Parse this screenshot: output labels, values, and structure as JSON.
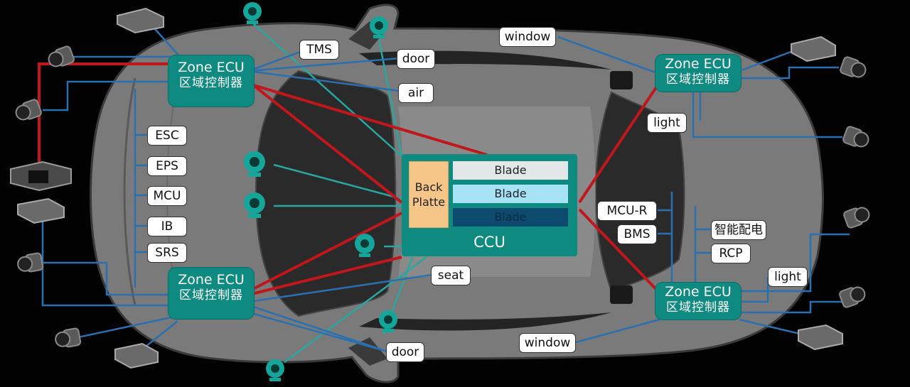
{
  "zones": {
    "top_left": {
      "en": "Zone ECU",
      "zh": "区域控制器"
    },
    "bottom_left": {
      "en": "Zone ECU",
      "zh": "区域控制器"
    },
    "top_right": {
      "en": "Zone ECU",
      "zh": "区域控制器"
    },
    "bottom_right": {
      "en": "Zone ECU",
      "zh": "区域控制器"
    }
  },
  "ccu": {
    "back_plate": "Back\nPlatte",
    "blades": [
      "Blade",
      "Blade",
      "Blade"
    ],
    "caption": "CCU"
  },
  "labels": {
    "tms": "TMS",
    "door_top": "door",
    "air": "air",
    "window_top": "window",
    "light_top": "light",
    "esc": "ESC",
    "eps": "EPS",
    "mcu": "MCU",
    "ib": "IB",
    "srs": "SRS",
    "seat": "seat",
    "door_bottom": "door",
    "window_bottom": "window",
    "mcu_r": "MCU-R",
    "bms": "BMS",
    "smart_power": "智能配电",
    "rcp": "RCP",
    "light_bottom": "light"
  },
  "colors": {
    "zone": "#0e8a80",
    "backbone": "#c0171c",
    "link_blue": "#2a6fb0",
    "link_teal": "#2aa6a0",
    "car_body": "#7b7b7b"
  }
}
